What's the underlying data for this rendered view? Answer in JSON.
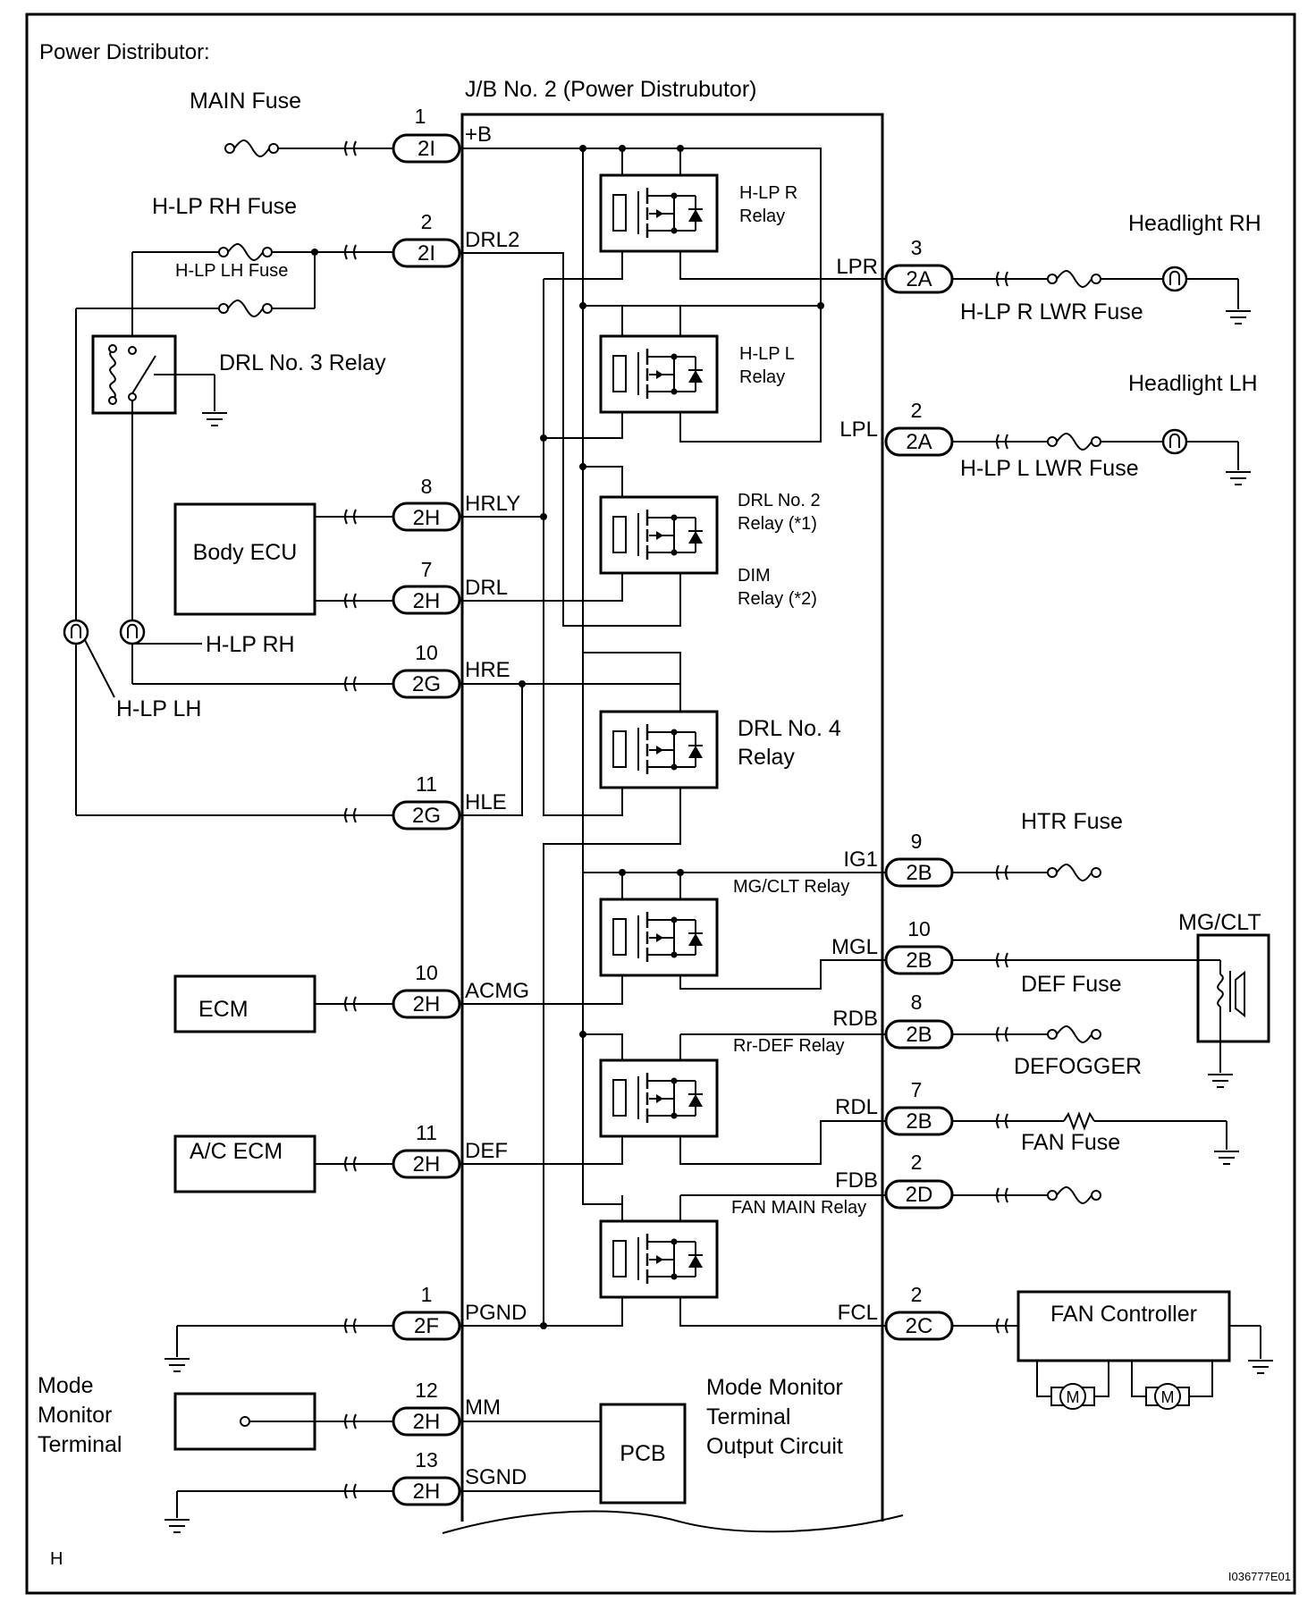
{
  "header": {
    "title": "Power Distributor:",
    "jb_title": "J/B No. 2 (Power Distrubutor)"
  },
  "footer": {
    "page_letter": "H",
    "figure_id": "I036777E01"
  },
  "left_labels": {
    "main_fuse": "MAIN Fuse",
    "hlp_rh_fuse": "H-LP RH Fuse",
    "hlp_lh_fuse": "H-LP LH Fuse",
    "drl3_relay": "DRL No. 3 Relay",
    "body_ecu": "Body ECU",
    "hlp_rh": "H-LP RH",
    "hlp_lh": "H-LP LH",
    "ecm": "ECM",
    "ac_ecm": "A/C ECM",
    "mode_monitor_1": "Mode",
    "mode_monitor_2": "Monitor",
    "mode_monitor_3": "Terminal"
  },
  "left_connectors": [
    {
      "pin": "1",
      "conn": "2I",
      "signal": "+B"
    },
    {
      "pin": "2",
      "conn": "2I",
      "signal": "DRL2"
    },
    {
      "pin": "8",
      "conn": "2H",
      "signal": "HRLY"
    },
    {
      "pin": "7",
      "conn": "2H",
      "signal": "DRL"
    },
    {
      "pin": "10",
      "conn": "2G",
      "signal": "HRE"
    },
    {
      "pin": "11",
      "conn": "2G",
      "signal": "HLE"
    },
    {
      "pin": "10",
      "conn": "2H",
      "signal": "ACMG"
    },
    {
      "pin": "11",
      "conn": "2H",
      "signal": "DEF"
    },
    {
      "pin": "1",
      "conn": "2F",
      "signal": "PGND"
    },
    {
      "pin": "12",
      "conn": "2H",
      "signal": "MM"
    },
    {
      "pin": "13",
      "conn": "2H",
      "signal": "SGND"
    }
  ],
  "right_connectors": [
    {
      "pin": "3",
      "conn": "2A",
      "signal": "LPR"
    },
    {
      "pin": "2",
      "conn": "2A",
      "signal": "LPL"
    },
    {
      "pin": "9",
      "conn": "2B",
      "signal": "IG1"
    },
    {
      "pin": "10",
      "conn": "2B",
      "signal": "MGL"
    },
    {
      "pin": "8",
      "conn": "2B",
      "signal": "RDB"
    },
    {
      "pin": "7",
      "conn": "2B",
      "signal": "RDL"
    },
    {
      "pin": "2",
      "conn": "2D",
      "signal": "FDB"
    },
    {
      "pin": "2",
      "conn": "2C",
      "signal": "FCL"
    }
  ],
  "relays": {
    "hlp_r_1": "H-LP R",
    "hlp_r_2": "Relay",
    "hlp_l_1": "H-LP L",
    "hlp_l_2": "Relay",
    "drl2_1": "DRL No. 2",
    "drl2_2": "Relay (*1)",
    "dim_1": "DIM",
    "dim_2": "Relay (*2)",
    "drl4_1": "DRL No. 4",
    "drl4_2": "Relay",
    "mgclt": "MG/CLT Relay",
    "rrdef": "Rr-DEF Relay",
    "fanmain": "FAN MAIN Relay"
  },
  "right_labels": {
    "headlight_rh": "Headlight RH",
    "hlp_r_lwr_fuse": "H-LP R LWR Fuse",
    "headlight_lh": "Headlight LH",
    "hlp_l_lwr_fuse": "H-LP L LWR Fuse",
    "htr_fuse": "HTR Fuse",
    "mgclt": "MG/CLT",
    "def_fuse": "DEF Fuse",
    "defogger": "DEFOGGER",
    "fan_fuse": "FAN Fuse",
    "fan_controller": "FAN Controller",
    "motor": "M"
  },
  "pcb": {
    "label": "PCB",
    "desc_1": "Mode Monitor",
    "desc_2": "Terminal",
    "desc_3": "Output Circuit"
  }
}
